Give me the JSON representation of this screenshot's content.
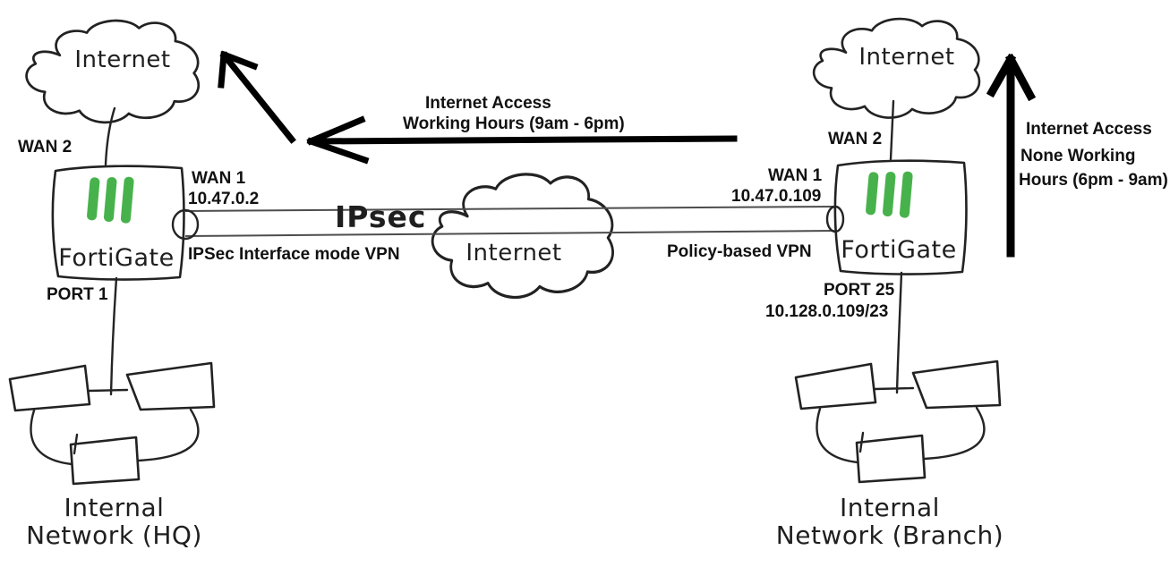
{
  "colors": {
    "ink": "#222222",
    "brand_green": "#47b24c",
    "wire_gray": "#4d4d4d"
  },
  "hq": {
    "cloud_label": "Internet",
    "wan2_label": "WAN 2",
    "wan1_label": "WAN 1",
    "wan1_ip": "10.47.0.2",
    "device_label": "FortiGate",
    "port_label": "PORT 1",
    "vpn_label": "IPSec Interface mode VPN",
    "network_line1": "Internal",
    "network_line2": "Network (HQ)",
    "access_line1": "Internet Access",
    "access_line2": "Working Hours (9am - 6pm)"
  },
  "branch": {
    "cloud_label": "Internet",
    "wan2_label": "WAN 2",
    "wan1_label": "WAN 1",
    "wan1_ip": "10.47.0.109",
    "device_label": "FortiGate",
    "port_label": "PORT 25",
    "port_ip": "10.128.0.109/23",
    "vpn_label": "Policy-based VPN",
    "network_line1": "Internal",
    "network_line2": "Network (Branch)",
    "access_line1": "Internet Access",
    "access_line2": "None Working",
    "access_line3": "Hours (6pm - 9am)"
  },
  "tunnel": {
    "label": "IPsec",
    "cloud_label": "Internet"
  }
}
